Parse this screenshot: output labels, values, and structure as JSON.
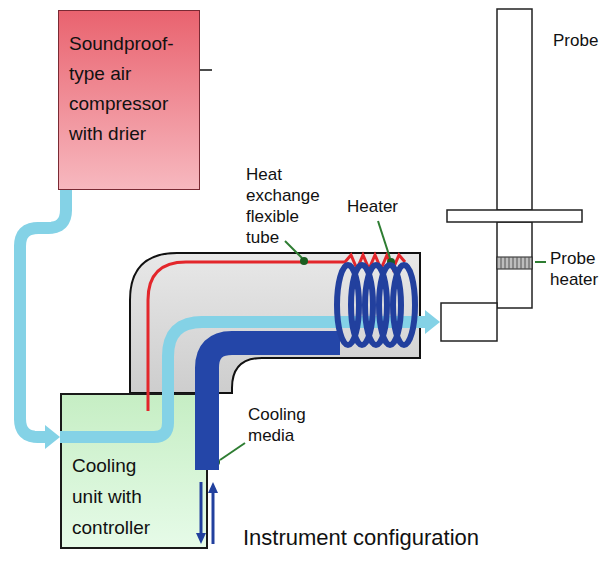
{
  "diagram": {
    "caption": "Instrument configuration",
    "nodes": [
      {
        "text": [
          "Soundproof-type air compressor with drier"
        ]
      },
      {
        "text": [
          "Probe"
        ]
      },
      {
        "text": [
          "Cooling unit with controller"
        ]
      }
    ],
    "edges": [
      {
        "from": 0,
        "to": 2,
        "arrow": "to"
      },
      {
        "from": 2,
        "to": 1,
        "arrow": "to"
      }
    ],
    "labels": [
      "Heat exchange flexible tube",
      "Heater",
      "Probe heater",
      "Cooling media"
    ]
  }
}
